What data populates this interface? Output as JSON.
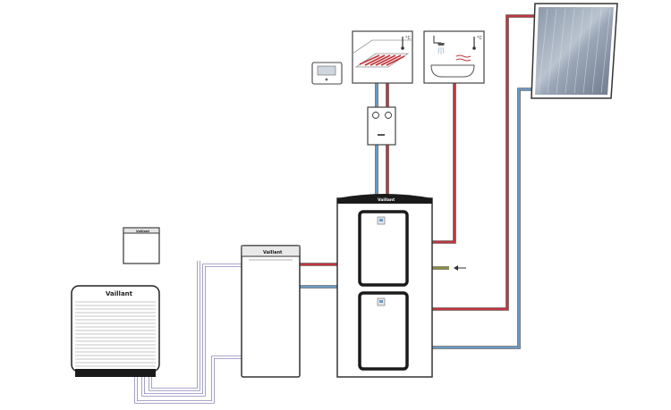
{
  "brand": {
    "name_large": "Vaillant",
    "name_small": "Vaillant"
  },
  "labels": {
    "floor_heating_unit": "°C",
    "hot_water_unit": "°C"
  },
  "colors": {
    "flow_hot": "#c4343c",
    "flow_cold": "#6b9ac4",
    "brine": "#8e8ab8",
    "outline": "#222222",
    "tank_dark": "#1a1a1a",
    "solar_panel": "#8f9db0",
    "gas_line": "#8a8f3c"
  },
  "components": [
    {
      "id": "outdoor-heat-pump",
      "icon": "outdoor-heat-pump-icon"
    },
    {
      "id": "system-controller",
      "icon": "controller-icon"
    },
    {
      "id": "indoor-hydraulic-unit",
      "icon": "hydraulic-unit-icon"
    },
    {
      "id": "storage-cylinder",
      "icon": "storage-cylinder-icon"
    },
    {
      "id": "room-thermostat",
      "icon": "thermostat-icon"
    },
    {
      "id": "underfloor-heating",
      "icon": "underfloor-heating-icon"
    },
    {
      "id": "bathroom-hot-water",
      "icon": "shower-bath-icon"
    },
    {
      "id": "mixing-station",
      "icon": "mixing-valve-icon"
    },
    {
      "id": "solar-collector",
      "icon": "solar-collector-icon"
    }
  ]
}
